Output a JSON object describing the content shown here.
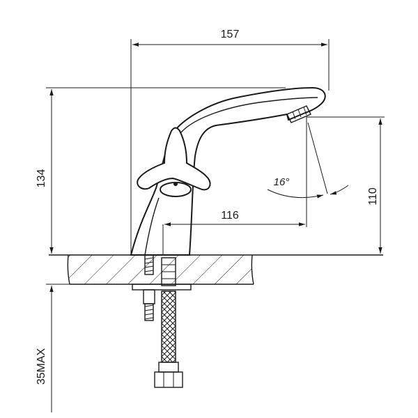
{
  "dimensions": {
    "overall_width": "157",
    "overall_height": "134",
    "spout_reach": "116",
    "spout_height": "110",
    "spout_angle": "16°",
    "max_counter_thickness": "35MAX"
  },
  "colors": {
    "line": "#1a1a1a",
    "background": "#ffffff"
  }
}
